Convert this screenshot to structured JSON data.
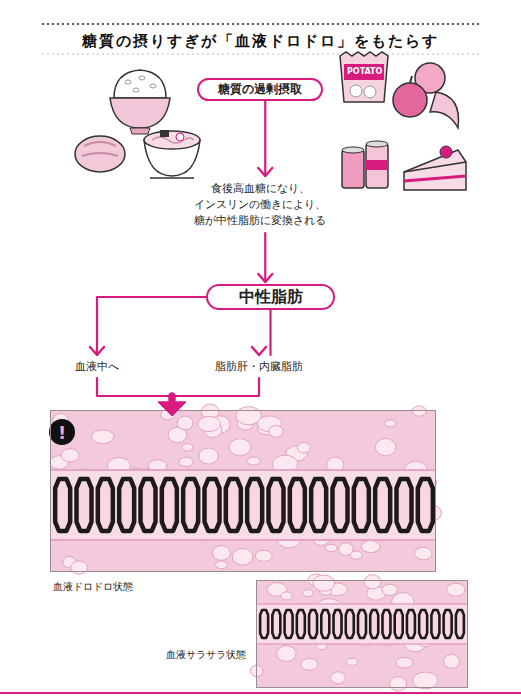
{
  "diagram": {
    "title": "糖質の摂りすぎが「血液ドロドロ」をもたらす",
    "nodes": [
      {
        "text": [
          "糖質の過剰摂取"
        ]
      },
      {
        "text": [
          "中性脂肪"
        ]
      },
      {
        "text": [
          "血液ドロドロ状態"
        ]
      },
      {
        "text": [
          "血液サラサラ状態"
        ]
      }
    ],
    "edges": [
      {
        "from": 0,
        "to": 1,
        "arrow": "to",
        "label": "食後高血糖になり、 インスリンの働きにより、 糖が中性脂肪に変換される"
      },
      {
        "from": 1,
        "to": 2,
        "arrow": "to",
        "label": "血液中へ"
      },
      {
        "from": 1,
        "to": 2,
        "arrow": "to",
        "label": "脂肪肝・内臓脂肪"
      }
    ],
    "labels": [
      "POTATO",
      "!"
    ]
  }
}
